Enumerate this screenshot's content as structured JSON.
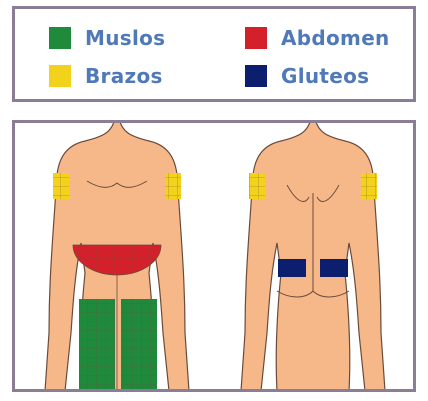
{
  "legend": {
    "items": [
      {
        "key": "muslos",
        "label": "Muslos",
        "color": "#1f8a3c"
      },
      {
        "key": "abdomen",
        "label": "Abdomen",
        "color": "#d4202a"
      },
      {
        "key": "brazos",
        "label": "Brazos",
        "color": "#f2d21b"
      },
      {
        "key": "gluteos",
        "label": "Gluteos",
        "color": "#0c1e6e"
      }
    ]
  },
  "colors": {
    "skin": "#f6b889",
    "outline": "#6b4a3a",
    "border": "#8c7d96"
  }
}
